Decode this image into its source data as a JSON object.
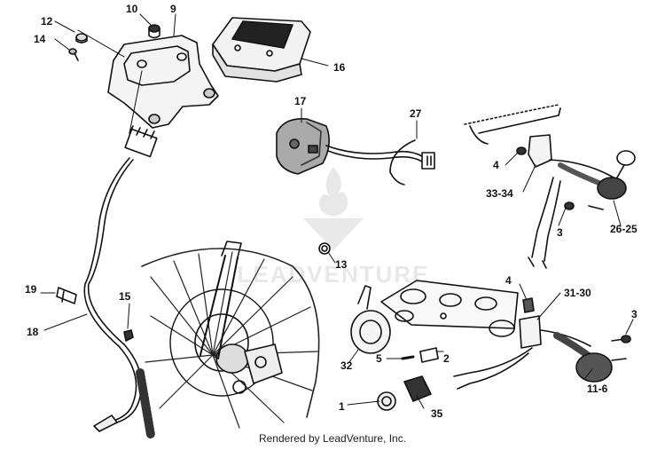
{
  "callouts": {
    "c12": "12",
    "c10": "10",
    "c9": "9",
    "c14": "14",
    "c16": "16",
    "c17": "17",
    "c27": "27",
    "c4a": "4",
    "c3334": "33-34",
    "c3a": "3",
    "c2625": "26-25",
    "c13": "13",
    "c19": "19",
    "c15": "15",
    "c18": "18",
    "c4b": "4",
    "c3130": "31-30",
    "c3b": "3",
    "c32": "32",
    "c5": "5",
    "c2": "2",
    "c1": "1",
    "c35": "35",
    "c116": "11-6"
  },
  "footer": "Rendered by LeadVenture, Inc.",
  "watermark": "LEADVENTURE"
}
